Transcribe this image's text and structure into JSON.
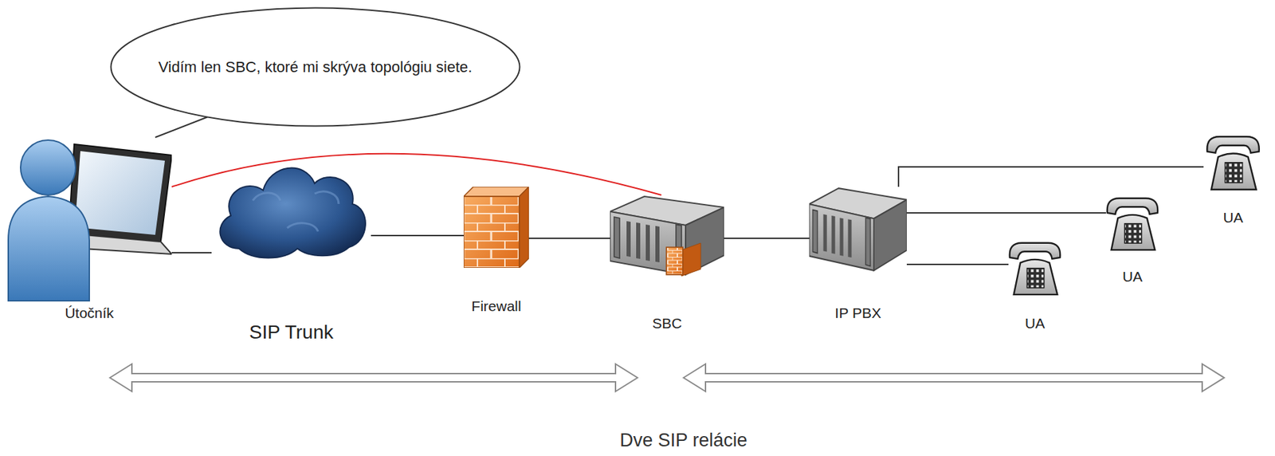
{
  "diagram": {
    "nodes": [
      {
        "text": [
          "Vidím len SBC, ktoré mi skrýva topológiu siete."
        ]
      },
      {
        "text": [
          "Útočník"
        ]
      },
      {
        "text": [
          "SIP Trunk"
        ]
      },
      {
        "text": [
          "Firewall"
        ]
      },
      {
        "text": [
          "SBC"
        ]
      },
      {
        "text": [
          "IP PBX"
        ]
      },
      {
        "text": [
          "UA"
        ]
      },
      {
        "text": [
          "UA"
        ]
      },
      {
        "text": [
          "UA"
        ]
      }
    ],
    "edges": [
      {
        "from": 0,
        "to": 1,
        "arrow": "none"
      },
      {
        "from": 1,
        "to": 2,
        "arrow": "none"
      },
      {
        "from": 2,
        "to": 3,
        "arrow": "none"
      },
      {
        "from": 3,
        "to": 4,
        "arrow": "none"
      },
      {
        "from": 4,
        "to": 5,
        "arrow": "none"
      },
      {
        "from": 5,
        "to": 6,
        "arrow": "none"
      },
      {
        "from": 5,
        "to": 7,
        "arrow": "none"
      },
      {
        "from": 5,
        "to": 8,
        "arrow": "none"
      },
      {
        "from": 1,
        "to": 4,
        "arrow": "none"
      }
    ],
    "labels": [
      "Dve SIP relácie"
    ]
  }
}
